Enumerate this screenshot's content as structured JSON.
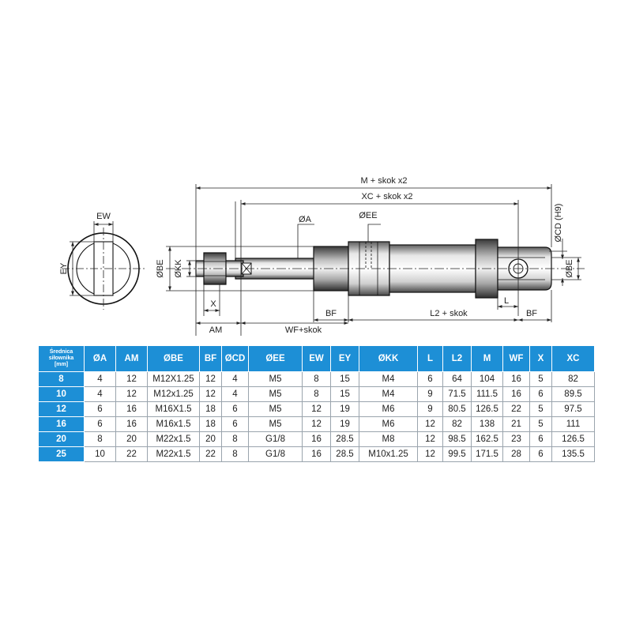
{
  "labels": {
    "m_total": "M + skok x2",
    "xc_total": "XC + skok x2",
    "ew": "EW",
    "ey": "EY",
    "dia_a": "ØA",
    "dia_ee": "ØEE",
    "dia_cd": "ØCD (H9)",
    "dia_be_left": "ØBE",
    "dia_kk": "ØKK",
    "dia_be_right": "ØBE",
    "x": "X",
    "am": "AM",
    "wf_skok": "WF+skok",
    "bf_left": "BF",
    "l2_skok": "L2 + skok",
    "l": "L",
    "bf_right": "BF"
  },
  "table": {
    "first_header": [
      "Średnica",
      "siłownika",
      "[mm]"
    ],
    "headers": [
      "ØA",
      "AM",
      "ØBE",
      "BF",
      "ØCD",
      "ØEE",
      "EW",
      "EY",
      "ØKK",
      "L",
      "L2",
      "M",
      "WF",
      "X",
      "XC"
    ],
    "rows": [
      [
        "8",
        "4",
        "12",
        "M12X1.25",
        "12",
        "4",
        "M5",
        "8",
        "15",
        "M4",
        "6",
        "64",
        "104",
        "16",
        "5",
        "82"
      ],
      [
        "10",
        "4",
        "12",
        "M12x1.25",
        "12",
        "4",
        "M5",
        "8",
        "15",
        "M4",
        "9",
        "71.5",
        "111.5",
        "16",
        "6",
        "89.5"
      ],
      [
        "12",
        "6",
        "16",
        "M16X1.5",
        "18",
        "6",
        "M5",
        "12",
        "19",
        "M6",
        "9",
        "80.5",
        "126.5",
        "22",
        "5",
        "97.5"
      ],
      [
        "16",
        "6",
        "16",
        "M16x1.5",
        "18",
        "6",
        "M5",
        "12",
        "19",
        "M6",
        "12",
        "82",
        "138",
        "21",
        "5",
        "111"
      ],
      [
        "20",
        "8",
        "20",
        "M22x1.5",
        "20",
        "8",
        "G1/8",
        "16",
        "28.5",
        "M8",
        "12",
        "98.5",
        "162.5",
        "23",
        "6",
        "126.5"
      ],
      [
        "25",
        "10",
        "22",
        "M22x1.5",
        "22",
        "8",
        "G1/8",
        "16",
        "28.5",
        "M10x1.25",
        "12",
        "99.5",
        "171.5",
        "28",
        "6",
        "135.5"
      ]
    ]
  }
}
